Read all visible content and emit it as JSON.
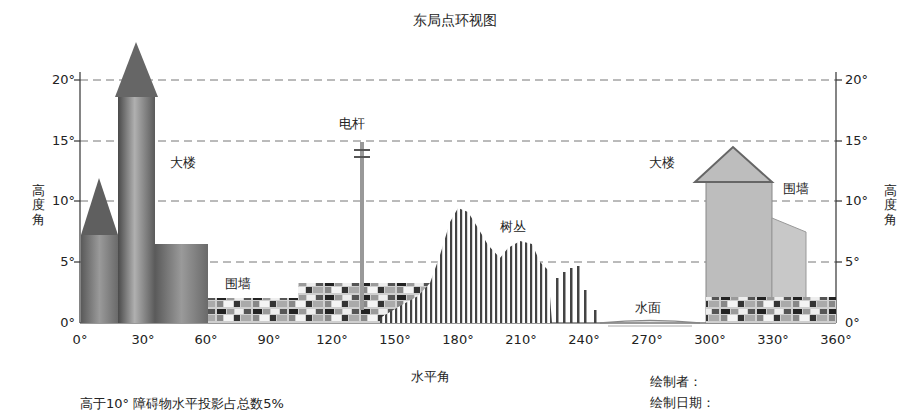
{
  "diagram": {
    "title": "东局点环视图",
    "labels": [
      "20°",
      "15°",
      "10°",
      "5°",
      "0°",
      "20°",
      "15°",
      "10°",
      "5°",
      "0°",
      "0°",
      "30°",
      "60°",
      "90°",
      "120°",
      "150°",
      "180°",
      "210°",
      "240°",
      "270°",
      "300°",
      "330°",
      "360°",
      "高度角",
      "高度角",
      "大楼",
      "大楼",
      "电杆",
      "树丛",
      "围墙",
      "围墙",
      "水面",
      "水平角",
      "高于10° 障碍物水平投影占总数5%",
      "绘制者：",
      "绘制日期："
    ]
  }
}
